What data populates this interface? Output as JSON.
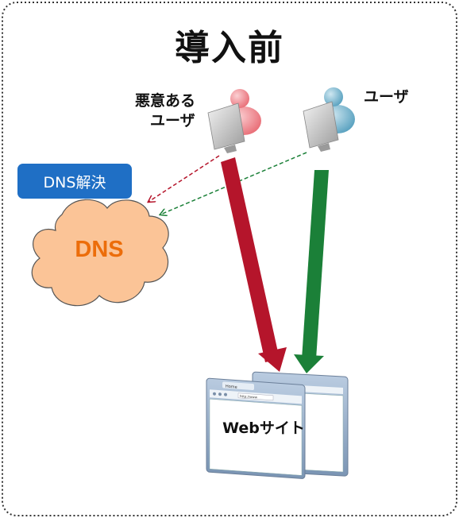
{
  "title": "導入前",
  "malicious_user": {
    "line1": "悪意ある",
    "line2": "ユーザ"
  },
  "user": {
    "label": "ユーザ"
  },
  "dns_resolution": {
    "label": "DNS解決"
  },
  "dns_cloud": {
    "label": "DNS"
  },
  "website": {
    "label": "Webサイト"
  },
  "browser": {
    "tab_text": "Home",
    "address_text": "http://www"
  },
  "colors": {
    "malicious": "#b5152b",
    "legit": "#1b8038",
    "dns_box": "#1f6fc5",
    "cloud_fill": "#fbc497",
    "cloud_text": "#ec6d0a"
  }
}
